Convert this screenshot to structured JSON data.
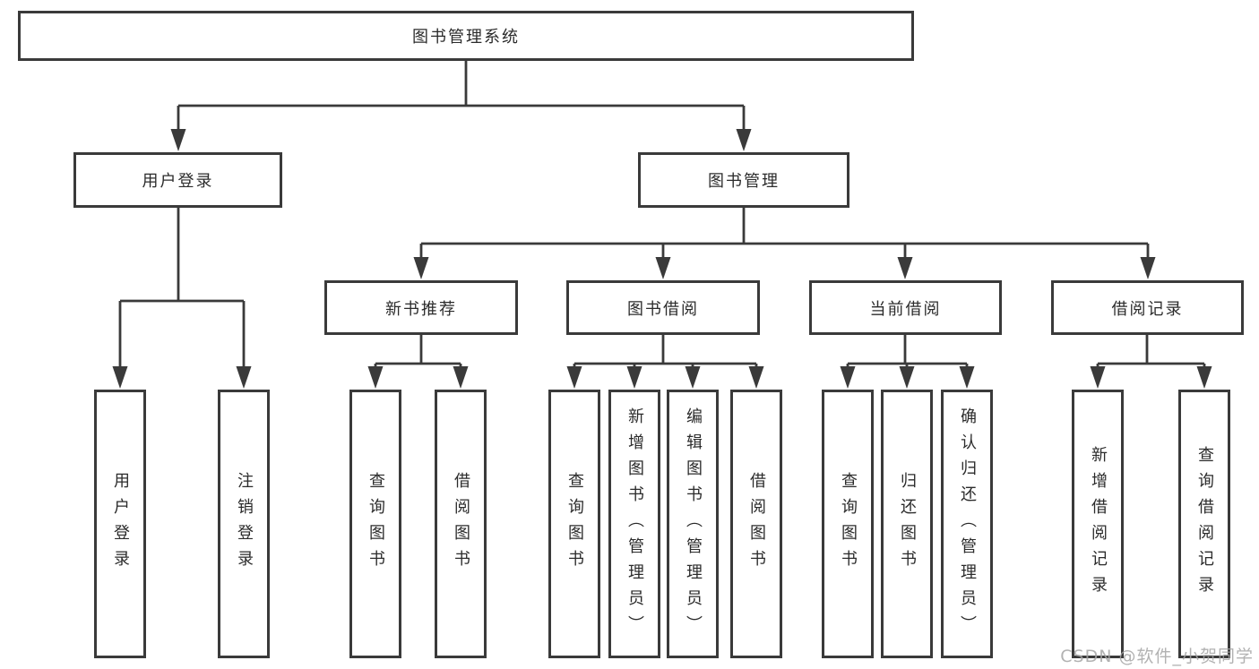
{
  "tree": {
    "root": "图书管理系统",
    "branches": [
      {
        "label": "用户登录",
        "children": [
          {
            "label": "用户登录"
          },
          {
            "label": "注销登录"
          }
        ]
      },
      {
        "label": "图书管理",
        "children": [
          {
            "label": "新书推荐",
            "children": [
              {
                "label": "查询图书"
              },
              {
                "label": "借阅图书"
              }
            ]
          },
          {
            "label": "图书借阅",
            "children": [
              {
                "label": "查询图书"
              },
              {
                "label": "新增图书（管理员）"
              },
              {
                "label": "编辑图书（管理员）"
              },
              {
                "label": "借阅图书"
              }
            ]
          },
          {
            "label": "当前借阅",
            "children": [
              {
                "label": "查询图书"
              },
              {
                "label": "归还图书"
              },
              {
                "label": "确认归还（管理员）"
              }
            ]
          },
          {
            "label": "借阅记录",
            "children": [
              {
                "label": "新增借阅记录"
              },
              {
                "label": "查询借阅记录"
              }
            ]
          }
        ]
      }
    ]
  },
  "watermark": {
    "text": "CSDN @软件_小贺同学"
  },
  "colors": {
    "line": "#3a3a3a",
    "text": "#2b2b2b",
    "background": "#ffffff",
    "watermark": "#a5a5a5"
  }
}
